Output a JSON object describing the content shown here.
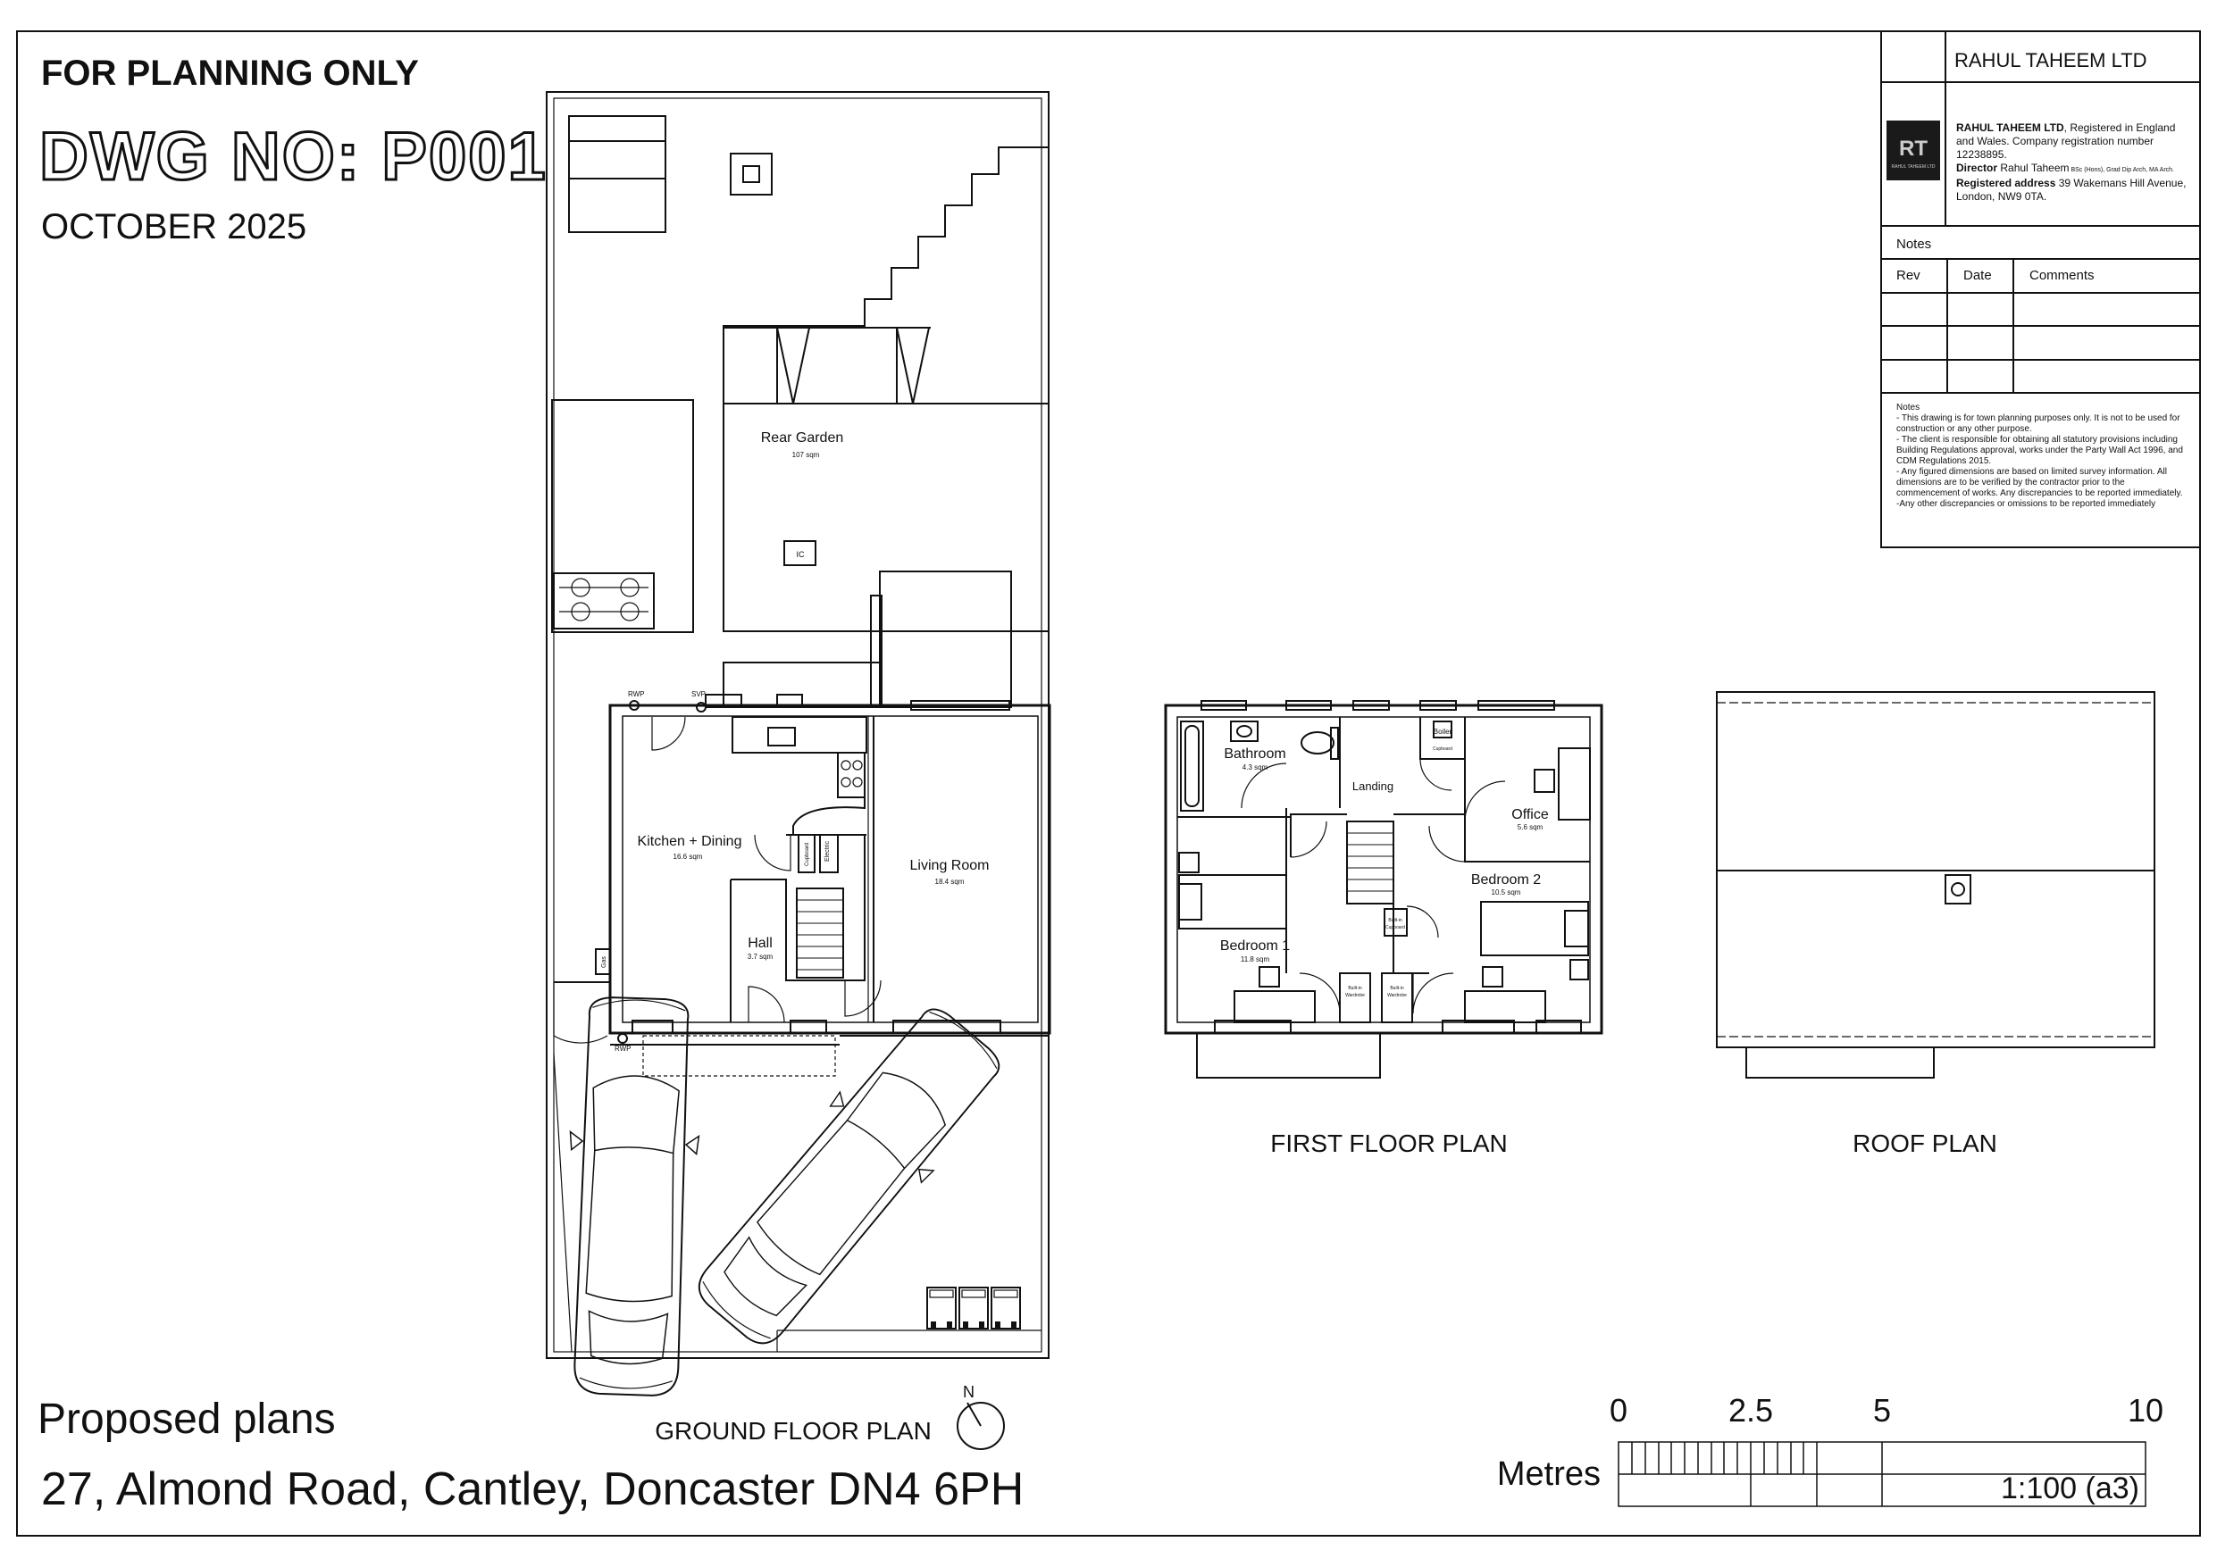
{
  "header": {
    "planning_note": "FOR PLANNING ONLY",
    "drawing_number": "DWG NO: P001",
    "date": "OCTOBER 2025"
  },
  "footer": {
    "title": "Proposed plans",
    "address": "27, Almond Road, Cantley, Doncaster DN4 6PH"
  },
  "plans": {
    "ground_floor_label": "GROUND FLOOR PLAN",
    "first_floor_label": "FIRST FLOOR PLAN",
    "roof_label": "ROOF PLAN",
    "north_label": "N"
  },
  "rooms_ground": {
    "rear_garden": "Rear Garden",
    "rear_garden_area": "107 sqm",
    "ic": "IC",
    "kitchen": "Kitchen + Dining",
    "kitchen_area": "16.6 sqm",
    "living": "Living Room",
    "living_area": "18.4 sqm",
    "hall": "Hall",
    "hall_area": "3.7 sqm",
    "electric": "Electric",
    "cupboard": "Cupboard",
    "gas": "Gas",
    "rwp1": "RWP",
    "rwp2": "RWP",
    "svp": "SVP"
  },
  "rooms_first": {
    "bathroom": "Bathroom",
    "bathroom_area": "4.3 sqm",
    "landing": "Landing",
    "boiler": "Boiler",
    "cupboard": "Cupboard",
    "office": "Office",
    "office_area": "5.6 sqm",
    "bedroom2": "Bedroom 2",
    "bedroom2_area": "10.5 sqm",
    "bedroom1": "Bedroom 1",
    "bedroom1_area": "11.8 sqm",
    "builtin_cupboard_1": "Built-in",
    "builtin_cupboard_2": "Cupboard",
    "wardrobe_a1": "Built-in",
    "wardrobe_a2": "Wardrobe",
    "wardrobe_b1": "Built-in",
    "wardrobe_b2": "Wardrobe"
  },
  "scale_bar": {
    "unit": "Metres",
    "tick_0": "0",
    "tick_25": "2.5",
    "tick_5": "5",
    "tick_10": "10",
    "ratio": "1:100 (a3)"
  },
  "title_block": {
    "company": "RAHUL TAHEEM LTD",
    "logo_text": "RT",
    "logo_sub": "RAHUL TAHEEM LTD",
    "info_company": "RAHUL TAHEEM LTD",
    "info_reg": ", Registered in England and Wales. Company registration number 12238895.",
    "director_label": "Director",
    "director_name": " Rahul Taheem",
    "director_quals": " BSc (Hons), Grad Dip Arch, MA Arch.",
    "address_label": "Registered address",
    "address": " 39 Wakemans Hill Avenue, London, NW9 0TA.",
    "notes_header": "Notes",
    "col_rev": "Rev",
    "col_date": "Date",
    "col_comments": "Comments",
    "notes_title": "Notes",
    "notes": [
      "- This drawing is for town planning purposes only. It is not to be used for construction or any other purpose.",
      "- The client is responsible for obtaining all statutory provisions including Building Regulations approval, works under the Party Wall Act 1996, and CDM Regulations 2015.",
      "- Any figured dimensions are based on limited survey information. All dimensions are to be verified by the contractor prior to the commencement of works. Any discrepancies to be reported immediately.",
      "-Any other discrepancies or omissions to be reported immediately"
    ]
  }
}
